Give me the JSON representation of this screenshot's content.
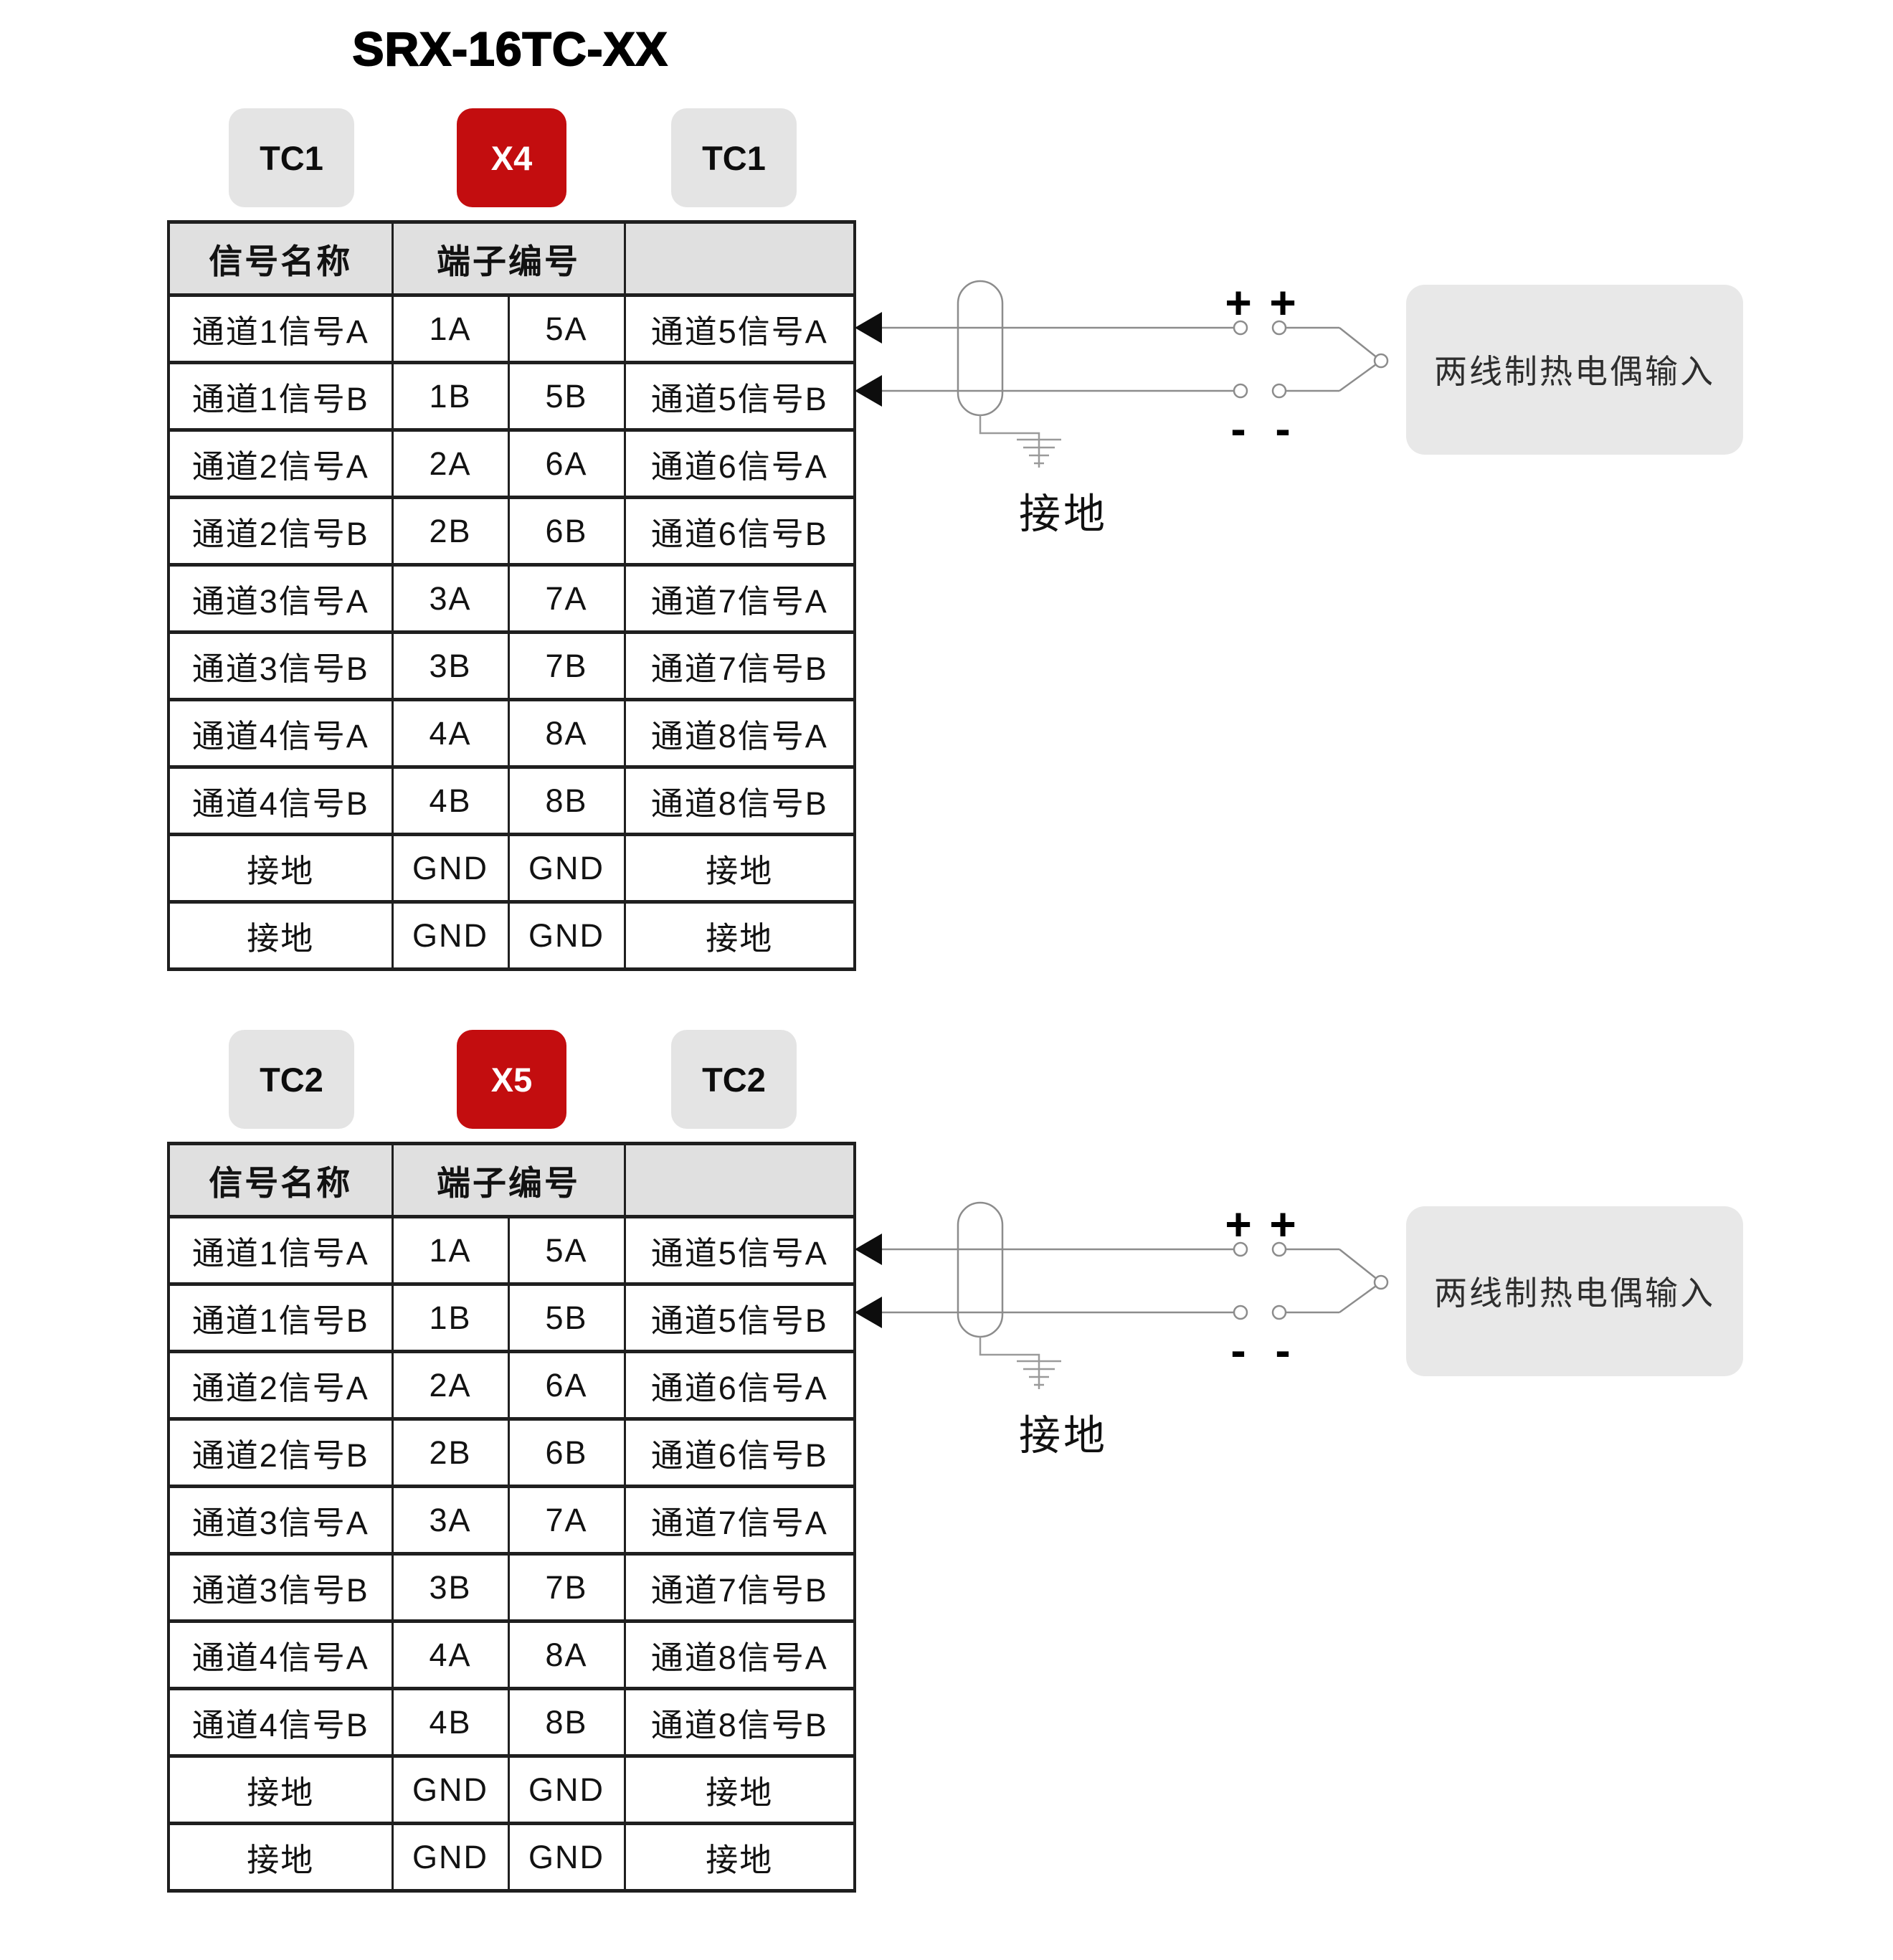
{
  "title": "SRX-16TC-XX",
  "colors": {
    "accent_red": "#c30d0f",
    "tag_gray": "#e4e4e4",
    "table_header_gray": "#e0e0e0",
    "callout_gray": "#e8e8e8",
    "wire_gray": "#8c8c8c",
    "border_black": "#1f1f1f"
  },
  "sections": [
    {
      "tags": {
        "left": "TC1",
        "middle": "X4",
        "right": "TC1"
      },
      "table": {
        "header_signal_name": "信号名称",
        "header_terminal_no": "端子编号",
        "rows": [
          [
            "通道1信号A",
            "1A",
            "5A",
            "通道5信号A"
          ],
          [
            "通道1信号B",
            "1B",
            "5B",
            "通道5信号B"
          ],
          [
            "通道2信号A",
            "2A",
            "6A",
            "通道6信号A"
          ],
          [
            "通道2信号B",
            "2B",
            "6B",
            "通道6信号B"
          ],
          [
            "通道3信号A",
            "3A",
            "7A",
            "通道7信号A"
          ],
          [
            "通道3信号B",
            "3B",
            "7B",
            "通道7信号B"
          ],
          [
            "通道4信号A",
            "4A",
            "8A",
            "通道8信号A"
          ],
          [
            "通道4信号B",
            "4B",
            "8B",
            "通道8信号B"
          ],
          [
            "接地",
            "GND",
            "GND",
            "接地"
          ],
          [
            "接地",
            "GND",
            "GND",
            "接地"
          ]
        ]
      },
      "diagram": {
        "plus": "+",
        "minus": "-",
        "ground_label": "接地",
        "input_label": "两线制热电偶输入"
      }
    },
    {
      "tags": {
        "left": "TC2",
        "middle": "X5",
        "right": "TC2"
      },
      "table": {
        "header_signal_name": "信号名称",
        "header_terminal_no": "端子编号",
        "rows": [
          [
            "通道1信号A",
            "1A",
            "5A",
            "通道5信号A"
          ],
          [
            "通道1信号B",
            "1B",
            "5B",
            "通道5信号B"
          ],
          [
            "通道2信号A",
            "2A",
            "6A",
            "通道6信号A"
          ],
          [
            "通道2信号B",
            "2B",
            "6B",
            "通道6信号B"
          ],
          [
            "通道3信号A",
            "3A",
            "7A",
            "通道7信号A"
          ],
          [
            "通道3信号B",
            "3B",
            "7B",
            "通道7信号B"
          ],
          [
            "通道4信号A",
            "4A",
            "8A",
            "通道8信号A"
          ],
          [
            "通道4信号B",
            "4B",
            "8B",
            "通道8信号B"
          ],
          [
            "接地",
            "GND",
            "GND",
            "接地"
          ],
          [
            "接地",
            "GND",
            "GND",
            "接地"
          ]
        ]
      },
      "diagram": {
        "plus": "+",
        "minus": "-",
        "ground_label": "接地",
        "input_label": "两线制热电偶输入"
      }
    }
  ]
}
